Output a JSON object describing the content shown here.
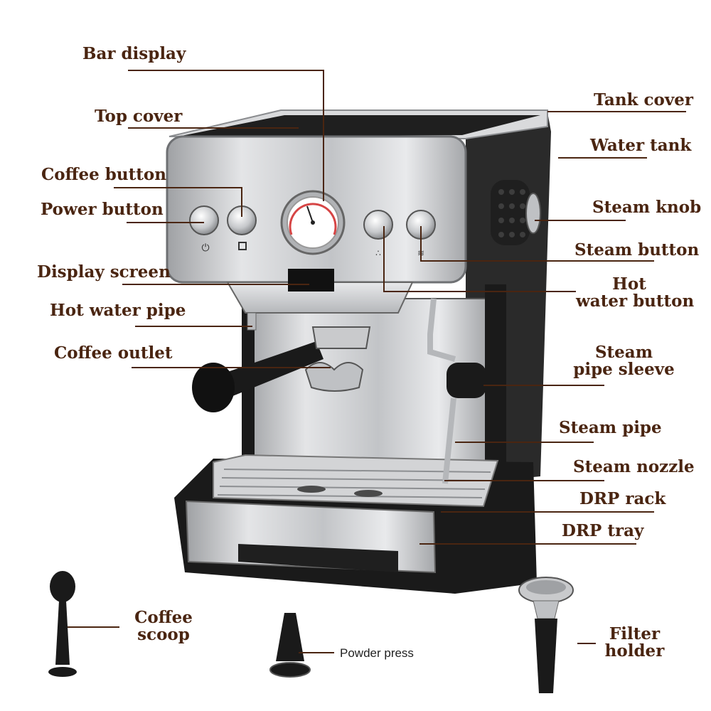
{
  "labels": {
    "bar_display": "Bar display",
    "top_cover": "Top cover",
    "coffee_button": "Coffee button",
    "power_button": "Power button",
    "display_screen": "Display screen",
    "hot_water_pipe": "Hot water pipe",
    "coffee_outlet": "Coffee outlet",
    "tank_cover": "Tank cover",
    "water_tank": "Water tank",
    "steam_knob": "Steam knob",
    "steam_button": "Steam button",
    "hot_water_button_1": "Hot",
    "hot_water_button_2": "water button",
    "steam_pipe_sleeve_1": "Steam",
    "steam_pipe_sleeve_2": "pipe sleeve",
    "steam_pipe": "Steam pipe",
    "steam_nozzle": "Steam nozzle",
    "drp_rack": "DRP rack",
    "drp_tray": "DRP tray",
    "coffee_scoop_1": "Coffee",
    "coffee_scoop_2": "scoop",
    "powder_press": "Powder press",
    "filter_holder_1": "Filter",
    "filter_holder_2": "holder"
  },
  "colors": {
    "label": "#4a2511",
    "leader_line": "#4a2511",
    "steel": "#c9cacc",
    "black_body": "#1a1a1a"
  }
}
